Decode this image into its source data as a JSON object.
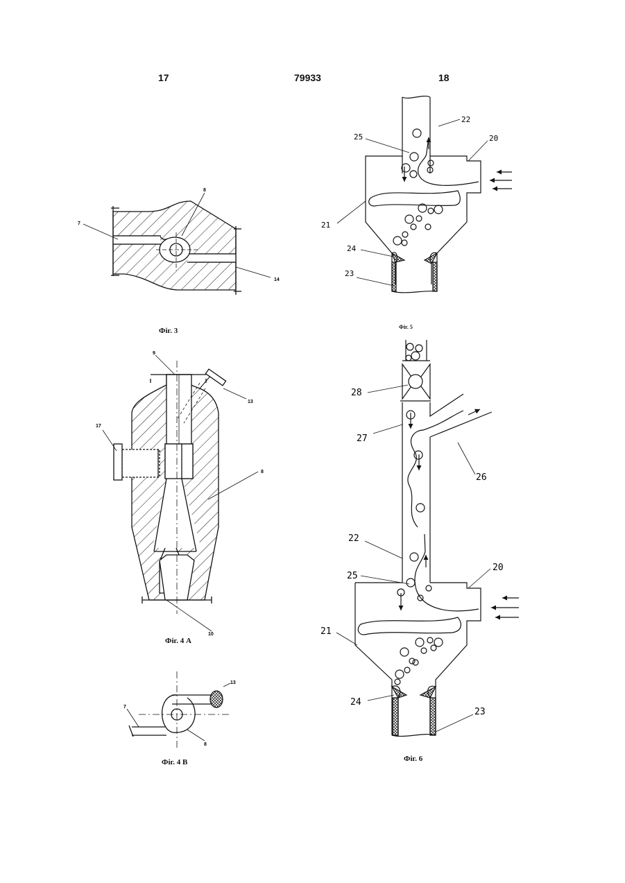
{
  "header": {
    "page_left": "17",
    "patent_number": "79933",
    "page_right": "18"
  },
  "captions": {
    "fig3": "Фіг. 3",
    "fig4a": "Фіг. 4 А",
    "fig4b": "Фіг. 4 В",
    "fig5": "Фіг. 5",
    "fig6": "Фіг. 6"
  },
  "labels": {
    "fig3": [
      "7",
      "8",
      "14"
    ],
    "fig4a": [
      "9",
      "13",
      "17",
      "8",
      "10"
    ],
    "fig4b": [
      "13",
      "7",
      "8"
    ],
    "fig5": [
      "22",
      "20",
      "25",
      "21",
      "24",
      "23"
    ],
    "fig6": [
      "28",
      "27",
      "26",
      "22",
      "25",
      "20",
      "21",
      "24",
      "23"
    ]
  },
  "colors": {
    "ink": "#111111",
    "paper": "#ffffff"
  }
}
